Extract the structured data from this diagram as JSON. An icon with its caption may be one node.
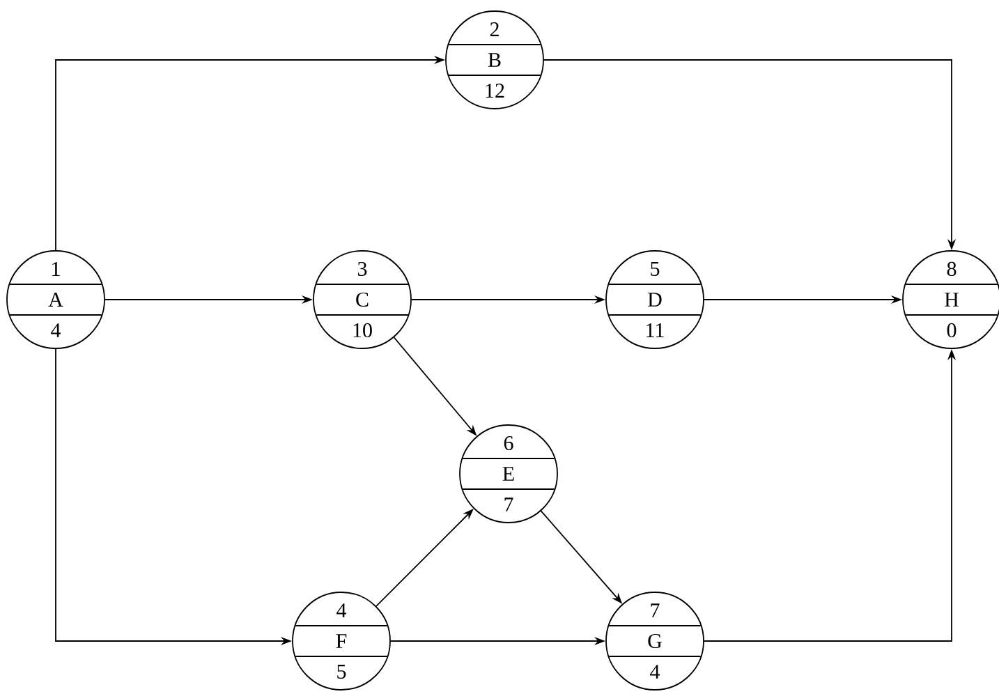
{
  "diagram": {
    "nodes": [
      {
        "text": [
          "1",
          "A",
          "4"
        ]
      },
      {
        "text": [
          "2",
          "B",
          "12"
        ]
      },
      {
        "text": [
          "3",
          "C",
          "10"
        ]
      },
      {
        "text": [
          "5",
          "D",
          "11"
        ]
      },
      {
        "text": [
          "8",
          "H",
          "0"
        ]
      },
      {
        "text": [
          "6",
          "E",
          "7"
        ]
      },
      {
        "text": [
          "4",
          "F",
          "5"
        ]
      },
      {
        "text": [
          "7",
          "G",
          "4"
        ]
      }
    ],
    "edges": [
      {
        "from": 0,
        "to": 1,
        "arrow": "to"
      },
      {
        "from": 1,
        "to": 4,
        "arrow": "to"
      },
      {
        "from": 0,
        "to": 2,
        "arrow": "to"
      },
      {
        "from": 2,
        "to": 3,
        "arrow": "to"
      },
      {
        "from": 3,
        "to": 4,
        "arrow": "to"
      },
      {
        "from": 2,
        "to": 5,
        "arrow": "to"
      },
      {
        "from": 0,
        "to": 6,
        "arrow": "to"
      },
      {
        "from": 6,
        "to": 5,
        "arrow": "to"
      },
      {
        "from": 5,
        "to": 7,
        "arrow": "to"
      },
      {
        "from": 6,
        "to": 7,
        "arrow": "to"
      },
      {
        "from": 7,
        "to": 4,
        "arrow": "to"
      }
    ]
  }
}
